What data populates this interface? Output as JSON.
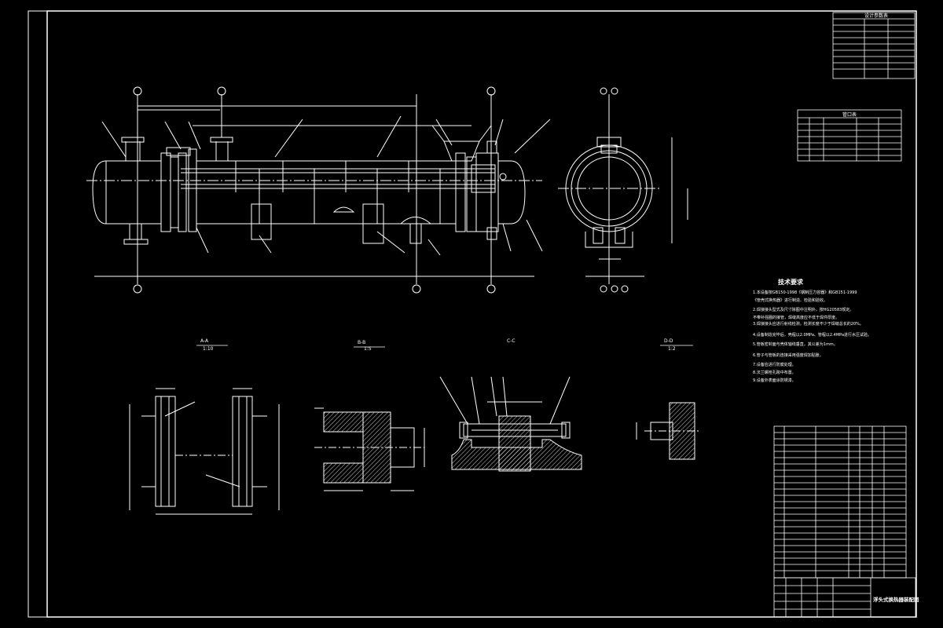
{
  "drawing": {
    "title": "浮头式换热器装配图",
    "tech_req_title": "技术要求",
    "tech_req_lines": [
      "1.本设备按GB150-1998《钢制压力容器》和GB151-1999",
      "《管壳式换热器》进行制造、检验和验收。",
      "2.焊接接头型式及尺寸除图中注明外，按HG20583规定。",
      "不带补强圈的接管，焊缝高度应不低于焊件厚度。",
      "3.焊接接头应进行射线检测，检测长度不少于焊缝总长的20%。",
      "4.设备制造完毕后，壳程以2.0MPa、管程以2.4MPa进行水压试验。",
      "5.管板密封面与壳体轴线垂直，其公差为1mm。",
      "6.管子与管板的连接采用强度焊加贴胀。",
      "7.设备应进行防腐处理。",
      "8.法兰螺栓孔跨中布置。",
      "9.设备外表面涂防锈漆。"
    ],
    "design_table_title": "设计参数表",
    "nozzle_table_title": "管口表",
    "view_labels": [
      "A-A",
      "B-B",
      "C-C",
      "D-D"
    ],
    "view_scales": [
      "1:10",
      "1:5",
      "1:2"
    ]
  },
  "colors": {
    "background": "#000000",
    "line": "#ffffff",
    "hatch": "#ffffff"
  }
}
